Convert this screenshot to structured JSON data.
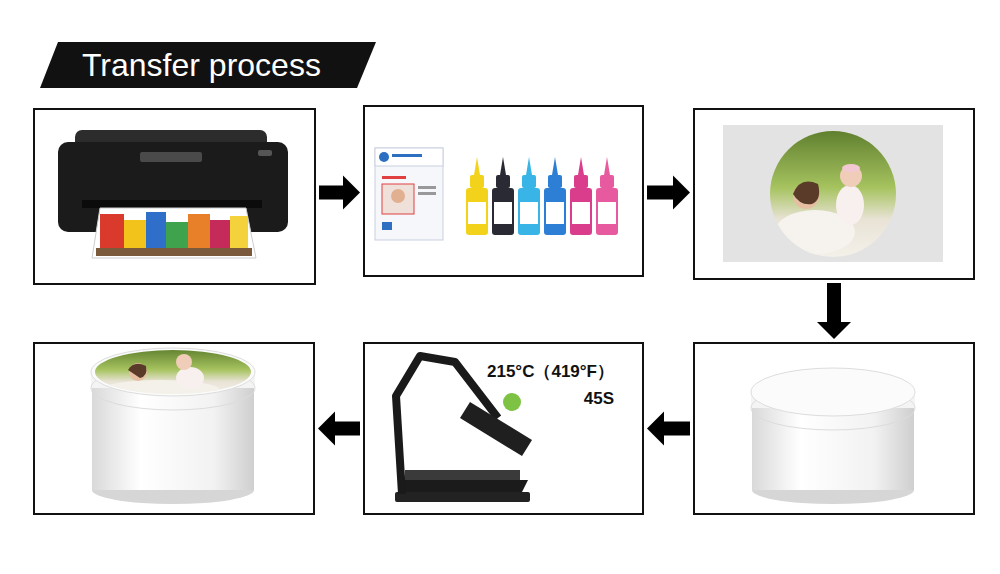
{
  "diagram": {
    "title": "Transfer process",
    "nodes": [
      {
        "text": []
      },
      {
        "text": []
      },
      {
        "text": []
      },
      {
        "text": []
      },
      {
        "text": [
          "215°C（419°F）",
          "45S"
        ]
      },
      {
        "text": []
      }
    ],
    "edges": [
      {
        "from": 0,
        "to": 1,
        "arrow": "to"
      },
      {
        "from": 1,
        "to": 2,
        "arrow": "to"
      },
      {
        "from": 2,
        "to": 3,
        "arrow": "to"
      },
      {
        "from": 3,
        "to": 4,
        "arrow": "to"
      },
      {
        "from": 4,
        "to": 5,
        "arrow": "to"
      }
    ]
  }
}
